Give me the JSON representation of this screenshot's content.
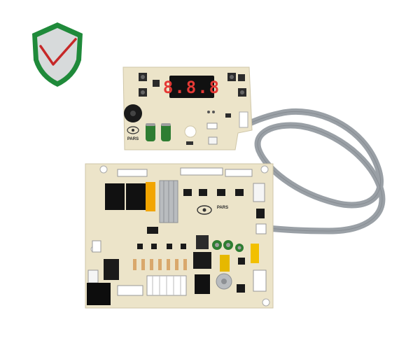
{
  "logo": {
    "icon": "shield-check-icon",
    "colors": {
      "outer": "#1f8a3a",
      "inner": "#cfd3d4",
      "check": "#c62828"
    }
  },
  "display_board": {
    "display_digits": "8.8.8",
    "brand_label": "PARS",
    "colors": {
      "pcb": "#ece4c9",
      "digit_on": "#e53935",
      "display_bg": "#111111"
    }
  },
  "main_board": {
    "brand_label": "PARS",
    "colors": {
      "pcb": "#ece4c9",
      "relay": "#111111",
      "cap_green": "#2e7d32",
      "connector": "#ffffff",
      "heatsink": "#b9bcbf"
    }
  },
  "ribbon_cable": {
    "color": "#9aa0a6"
  }
}
